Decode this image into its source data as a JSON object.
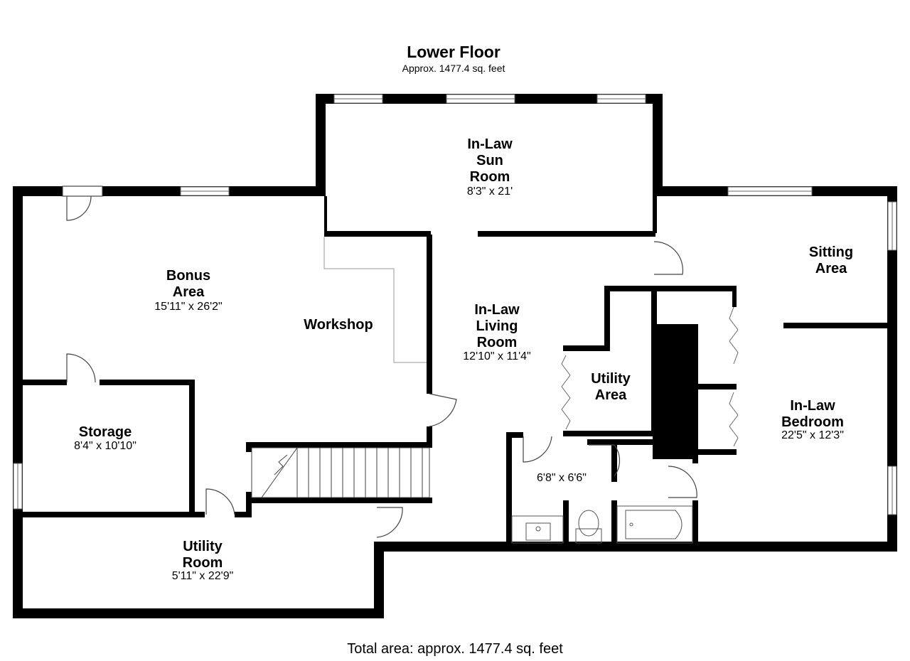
{
  "header": {
    "title": "Lower Floor",
    "subtitle": "Approx. 1477.4 sq. feet"
  },
  "rooms": {
    "sun_room": {
      "name_l1": "In-Law",
      "name_l2": "Sun",
      "name_l3": "Room",
      "dims": "8'3\" x 21'"
    },
    "sitting": {
      "name_l1": "Sitting",
      "name_l2": "Area"
    },
    "bonus": {
      "name_l1": "Bonus",
      "name_l2": "Area",
      "dims": "15'11\" x 26'2\""
    },
    "workshop": {
      "name": "Workshop"
    },
    "living": {
      "name_l1": "In-Law",
      "name_l2": "Living",
      "name_l3": "Room",
      "dims": "12'10\" x 11'4\""
    },
    "utility_area": {
      "name_l1": "Utility",
      "name_l2": "Area"
    },
    "bedroom": {
      "name_l1": "In-Law",
      "name_l2": "Bedroom",
      "dims": "22'5\" x 12'3\""
    },
    "storage": {
      "name": "Storage",
      "dims": "8'4\" x 10'10\""
    },
    "bath": {
      "dims": "6'8\" x 6'6\""
    },
    "utility_room": {
      "name_l1": "Utility",
      "name_l2": "Room",
      "dims": "5'11\" x 22'9\""
    }
  },
  "footer": {
    "total": "Total area: approx. 1477.4 sq. feet"
  }
}
